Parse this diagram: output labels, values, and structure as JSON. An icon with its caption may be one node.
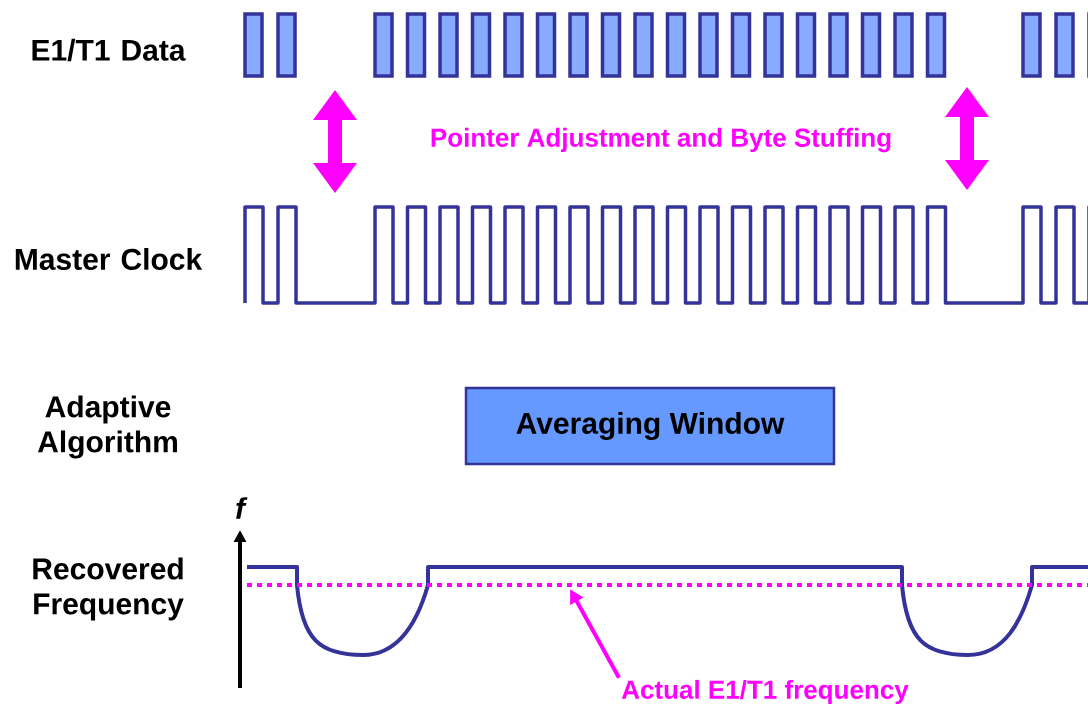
{
  "diagram": {
    "nodes": [
      {
        "text": [
          "Averaging Window"
        ]
      },
      {
        "text": [
          "Actual E1/T1 frequency"
        ]
      },
      {
        "text": [],
        "shape": "line"
      }
    ],
    "edges": [
      {
        "from": 1,
        "to": 2,
        "arrow": "to"
      }
    ],
    "labels": [
      "E1/T1 Data",
      "Pointer Adjustment and Byte Stuffing",
      "Master Clock",
      "Adaptive Algorithm",
      "f",
      "Recovered Frequency"
    ]
  }
}
